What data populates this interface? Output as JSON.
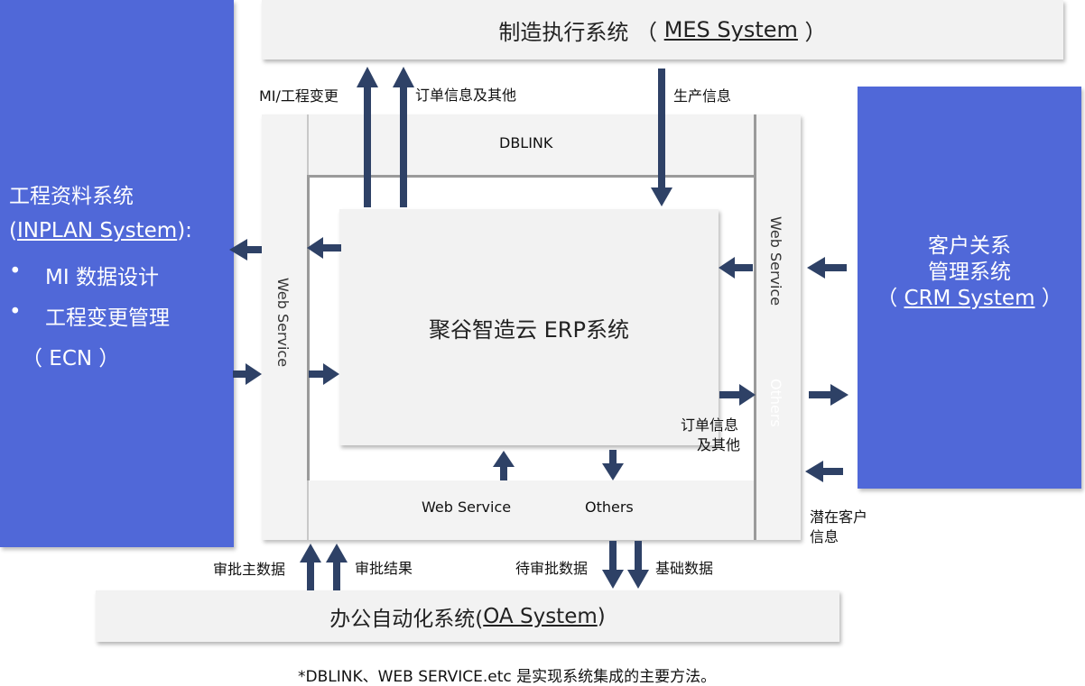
{
  "colors": {
    "blue": "#5068d8",
    "gray_panel": "#f2f2f2",
    "arrow": "#2e4166",
    "frame_line": "#9a9a9a"
  },
  "mes": {
    "prefix": "制造执行系统 （ ",
    "name": "MES System",
    "suffix": " ）"
  },
  "inplan": {
    "title": "工程资料系统",
    "paren_open": "(",
    "name": "INPLAN System",
    "paren_close": "):",
    "bullets": [
      "MI 数据设计",
      "工程变更管理"
    ],
    "ecn": "（ ECN ）"
  },
  "crm": {
    "line1": "客户关系",
    "line2": "管理系统",
    "prefix": "（ ",
    "name": "CRM System",
    "suffix": " ）"
  },
  "oa": {
    "prefix": "办公自动化系统(",
    "name": "OA System",
    "suffix": ")"
  },
  "erp": {
    "title": "聚谷智造云 ERP系统"
  },
  "frame": {
    "dblink": "DBLINK",
    "left_ws": "Web Service",
    "right_ws": "Web Service",
    "right_others": "Others",
    "bottom_ws": "Web Service",
    "bottom_others": "Others"
  },
  "labels": {
    "mi_change": "MI/工程变更",
    "order_info_top": "订单信息及其他",
    "production_info": "生产信息",
    "order_info_right_1": "订单信息",
    "order_info_right_2": "及其他",
    "potential_1": "潜在客户",
    "potential_2": "信息",
    "approve_master": "审批主数据",
    "approve_result": "审批结果",
    "pending_approval": "待审批数据",
    "basic_data": "基础数据"
  },
  "footnote": "*DBLINK、WEB SERVICE.etc 是实现系统集成的主要方法。"
}
